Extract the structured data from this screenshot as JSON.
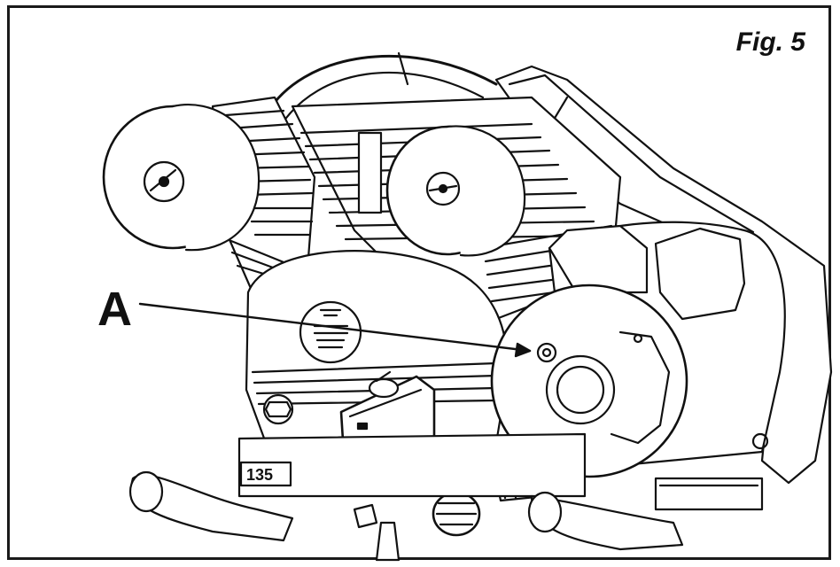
{
  "figure": {
    "title": "Fig. 5",
    "callout_label": "A",
    "nameplate_text": "135",
    "colors": {
      "ink": "#111111",
      "background": "#ffffff"
    }
  }
}
